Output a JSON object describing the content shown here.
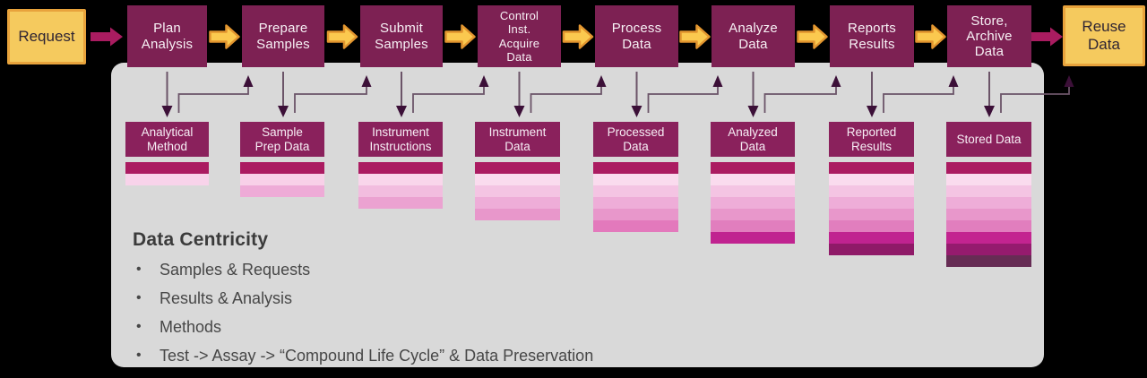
{
  "colors": {
    "background": "#000000",
    "panel": "#d9d9d9",
    "process_box": "#7d2153",
    "data_box_header": "#8a215c",
    "endpoint_fill": "#f5ca5e",
    "endpoint_border": "#e8a33c",
    "flow_arrow_fill": "#fbc94f",
    "flow_arrow_border": "#e2952f",
    "magenta_arrow": "#a91c60",
    "connector_line": "#6b5468",
    "connector_head": "#3c1038"
  },
  "flow": {
    "start_label": "Request",
    "end_label": "Reuse Data",
    "steps": [
      {
        "label": "Plan\nAnalysis"
      },
      {
        "label": "Prepare\nSamples"
      },
      {
        "label": "Submit\nSamples"
      },
      {
        "label": "Control\nInst.\nAcquire\nData"
      },
      {
        "label": "Process\nData"
      },
      {
        "label": "Analyze\nData"
      },
      {
        "label": "Reports\nResults"
      },
      {
        "label": "Store,\nArchive\nData"
      }
    ]
  },
  "data_stores": [
    {
      "label": "Analytical\nMethod",
      "bars": [
        "#ab1b61",
        "#f8d3ea"
      ]
    },
    {
      "label": "Sample\nPrep Data",
      "bars": [
        "#ab1b61",
        "#f8d0e8",
        "#eeabd7"
      ]
    },
    {
      "label": "Instrument\nInstructions",
      "bars": [
        "#ab1b61",
        "#f9d6eb",
        "#f2bddf",
        "#eba2d1"
      ]
    },
    {
      "label": "Instrument\nData",
      "bars": [
        "#ab1b61",
        "#fadbee",
        "#f4c4e3",
        "#eeadd8",
        "#e897cb"
      ]
    },
    {
      "label": "Processed\nData",
      "bars": [
        "#ab1b61",
        "#fadbee",
        "#f4c4e3",
        "#eeadd8",
        "#e897cb",
        "#e379bc"
      ]
    },
    {
      "label": "Analyzed\nData",
      "bars": [
        "#ab1b61",
        "#fadbee",
        "#f4c4e3",
        "#eeadd8",
        "#e897cb",
        "#e17ebe",
        "#c02390"
      ]
    },
    {
      "label": "Reported\nResults",
      "bars": [
        "#ab1b61",
        "#fadbee",
        "#f4c4e3",
        "#eeadd8",
        "#e897cb",
        "#e17ebe",
        "#c02390",
        "#8f1a68"
      ]
    },
    {
      "label": "Stored Data",
      "bars": [
        "#ab1b61",
        "#fadbee",
        "#f4c4e3",
        "#eeadd8",
        "#e897cb",
        "#e17ebe",
        "#c32490",
        "#951b6e",
        "#662c54"
      ]
    }
  ],
  "notes": {
    "title": "Data Centricity",
    "bullet_char": "•",
    "items": [
      "Samples & Requests",
      "Results & Analysis",
      "Methods",
      "Test -> Assay -> “Compound Life Cycle” & Data Preservation"
    ]
  }
}
